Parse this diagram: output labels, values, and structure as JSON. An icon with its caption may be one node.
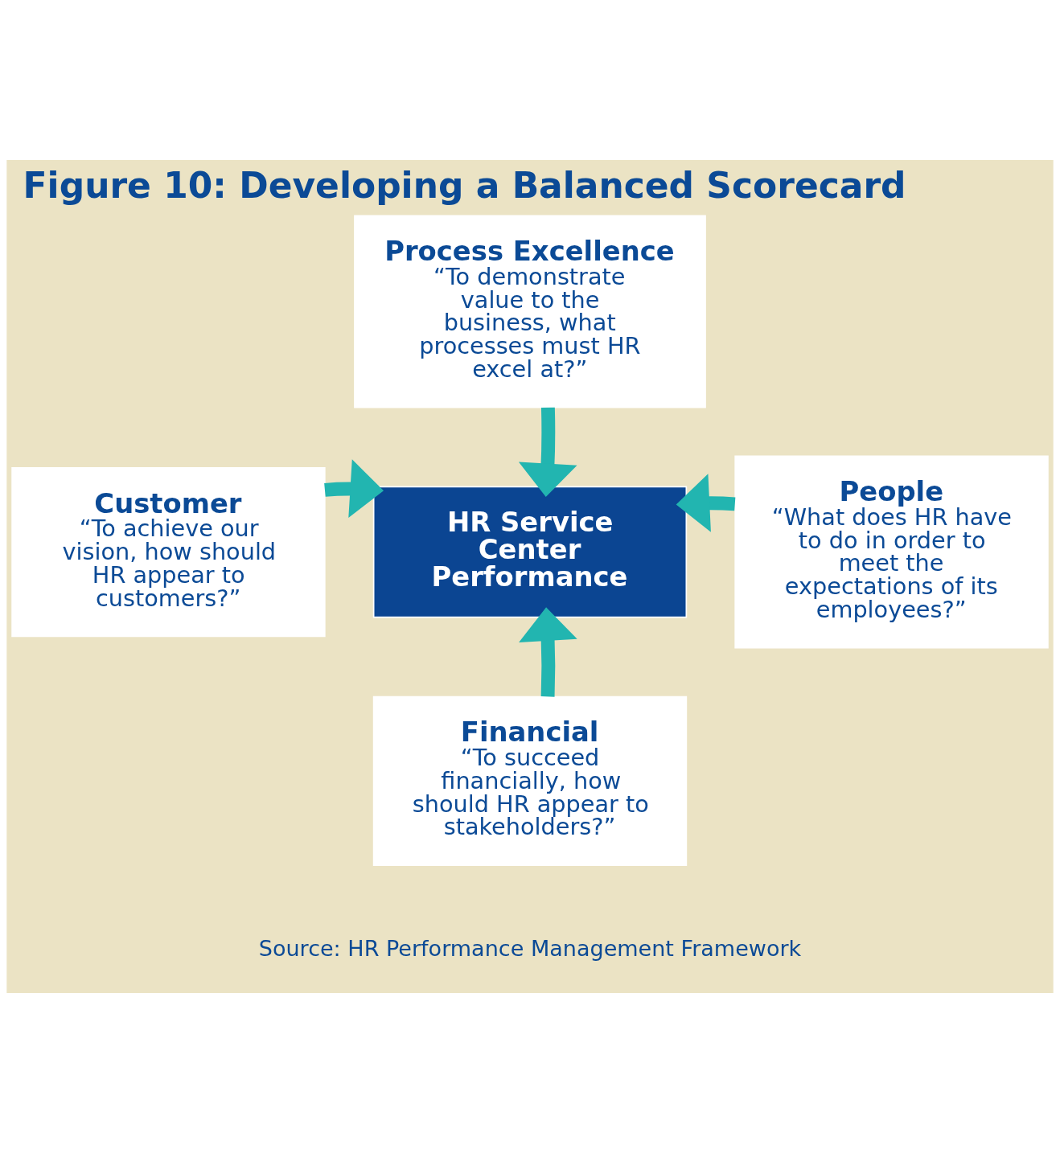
{
  "diagram": {
    "title": "Figure 10: Developing a Balanced Scorecard",
    "caption": "Source: HR Performance Management Framework",
    "nodes": [
      {
        "text": [
          "Process Excellence",
          "“To demonstrate value to the business, what processes must HR excel at?”"
        ]
      },
      {
        "text": [
          "Customer",
          "“To achieve our vision, how should HR appear to customers?”"
        ]
      },
      {
        "text": [
          "HR Service Center Performance"
        ]
      },
      {
        "text": [
          "People",
          "“What does HR have to do in order to meet the expectations of its employees?”"
        ]
      },
      {
        "text": [
          "Financial",
          "“To succeed financially, how should HR appear to stakeholders?”"
        ]
      }
    ],
    "edges": [
      {
        "from": 0,
        "to": 2,
        "arrow": "to"
      },
      {
        "from": 1,
        "to": 2,
        "arrow": "to"
      },
      {
        "from": 3,
        "to": 2,
        "arrow": "to"
      },
      {
        "from": 4,
        "to": 2,
        "arrow": "to"
      }
    ]
  }
}
